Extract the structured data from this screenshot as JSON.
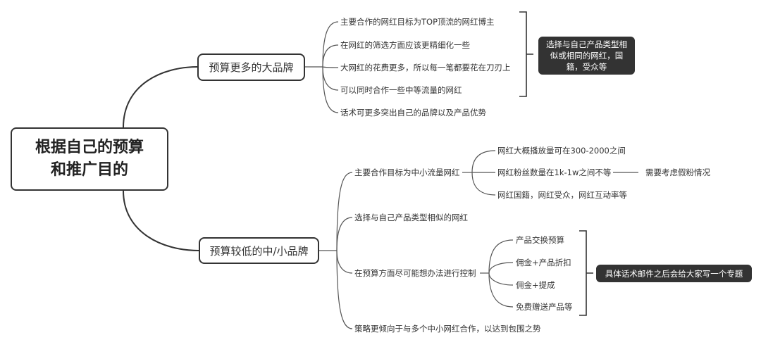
{
  "root": {
    "line1": "根据自己的预算",
    "line2": "和推广目的"
  },
  "branches": [
    {
      "label": "预算更多的大品牌",
      "children": [
        "主要合作的网红目标为TOP顶流的网红博主",
        "在网红的筛选方面应该更精细化一些",
        "大网红的花费更多，所以每一笔都要花在刀刃上",
        "可以同时合作一些中等流量的网红",
        "话术可更多突出自己的品牌以及产品优势"
      ],
      "summary": "选择与自己产品类型相似或相同的网红，国籍，受众等"
    },
    {
      "label": "预算较低的中/小品牌",
      "children": [
        {
          "label": "主要合作目标为中小流量网红",
          "children": [
            "网红大概播放量可在300-2000之间",
            "网红粉丝数量在1k-1w之间不等",
            "网红国籍，网红受众，网红互动率等"
          ],
          "note": "需要考虑假粉情况"
        },
        {
          "label": "选择与自己产品类型相似的网红"
        },
        {
          "label": "在预算方面尽可能想办法进行控制",
          "children": [
            "产品交换预算",
            "佣金+产品折扣",
            "佣金+提成",
            "免费赠送产品等"
          ],
          "summary": "具体话术邮件之后会给大家写一个专题"
        },
        {
          "label": "策略更倾向于与多个中小网红合作，以达到包围之势"
        }
      ]
    }
  ]
}
